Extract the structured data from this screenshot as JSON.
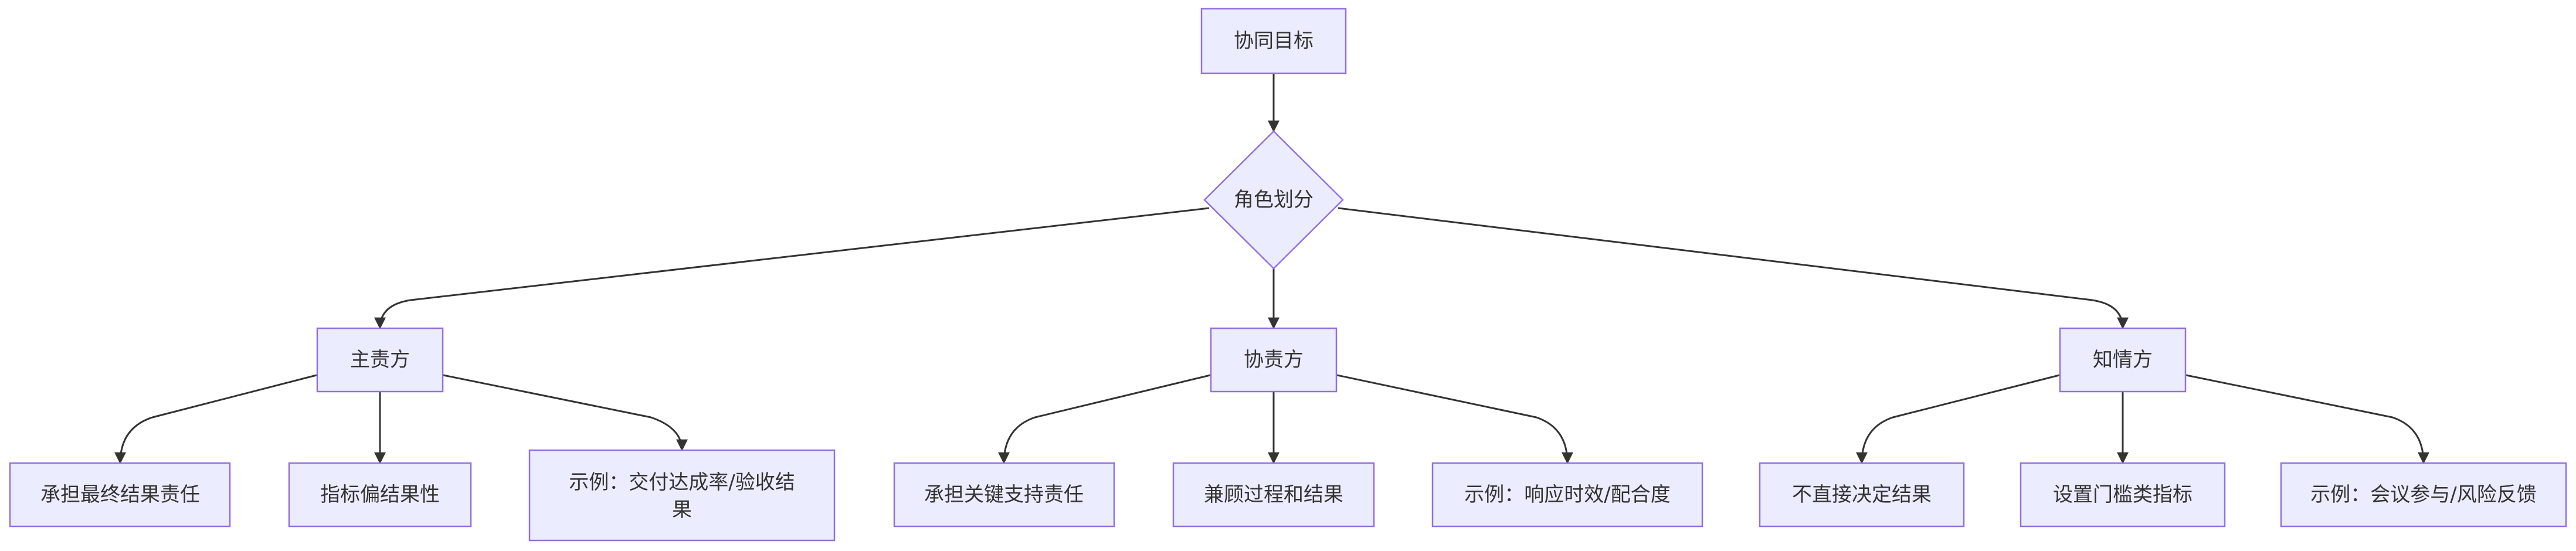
{
  "diagram": {
    "root": "协同目标",
    "decision": "角色划分",
    "roles": {
      "primary": "主责方",
      "assist": "协责方",
      "informed": "知情方"
    },
    "leaves": {
      "primary_1": "承担最终结果责任",
      "primary_2": "指标偏结果性",
      "primary_3_line1": "示例：交付达成率/验收结",
      "primary_3_line2": "果",
      "assist_1": "承担关键支持责任",
      "assist_2": "兼顾过程和结果",
      "assist_3": "示例：响应时效/配合度",
      "informed_1": "不直接决定结果",
      "informed_2": "设置门槛类指标",
      "informed_3": "示例：会议参与/风险反馈"
    }
  },
  "colors": {
    "node_fill": "#ECECFF",
    "node_stroke": "#9370DB",
    "edge": "#333333",
    "text": "#333333"
  }
}
